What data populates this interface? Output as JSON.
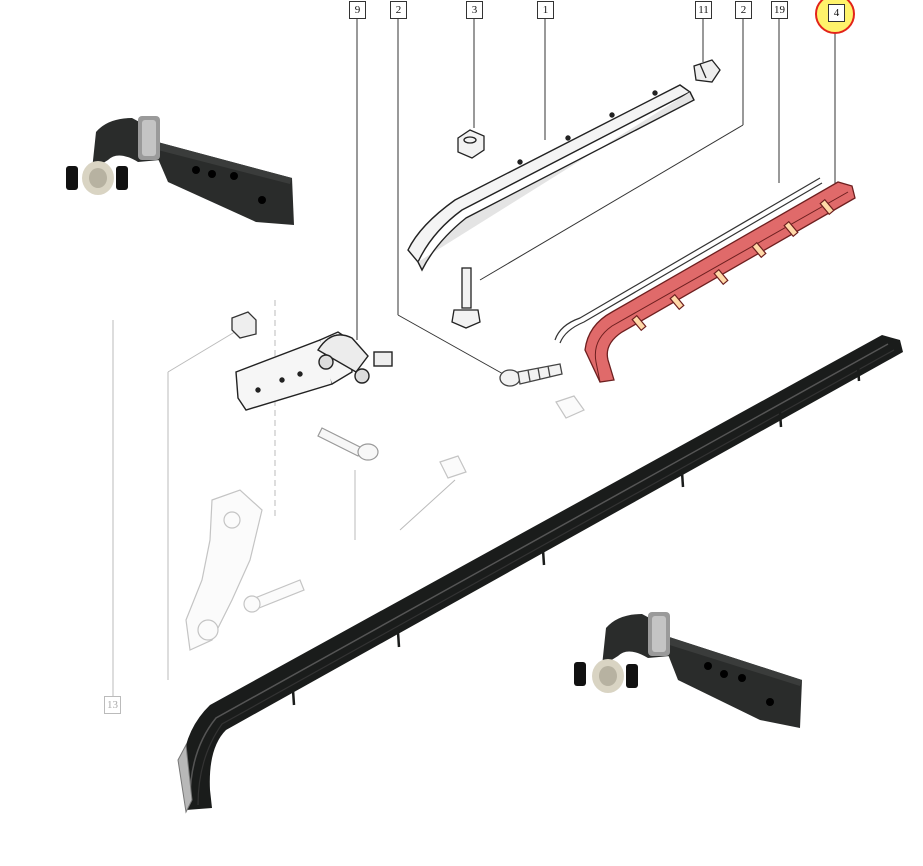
{
  "callouts": [
    {
      "label": "9"
    },
    {
      "label": "2"
    },
    {
      "label": "3"
    },
    {
      "label": "1"
    },
    {
      "label": "11"
    },
    {
      "label": "2"
    },
    {
      "label": "19"
    },
    {
      "label": "4",
      "highlighted": true
    },
    {
      "label": "13"
    }
  ],
  "colors": {
    "highlight_part": "#e06a6a",
    "highlight_ring": "#e2231a",
    "highlight_fill": "#fff36b",
    "rail_black": "#1a1c1b",
    "bracket_black": "#2a2c2b",
    "line_art": "#222222"
  },
  "photos": [
    {
      "name": "roller-bracket-photo-top-left"
    },
    {
      "name": "roller-bracket-photo-bottom-right"
    },
    {
      "name": "lower-guide-rail-photo"
    }
  ]
}
